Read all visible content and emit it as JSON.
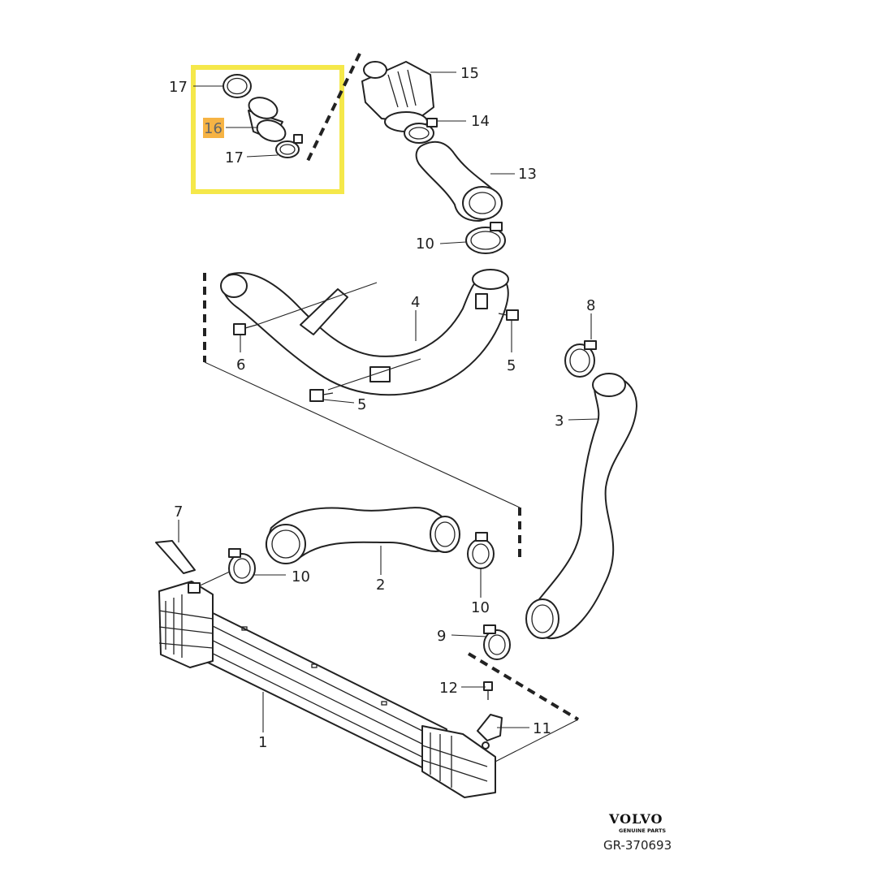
{
  "callouts": {
    "c1": "1",
    "c2": "2",
    "c3": "3",
    "c4": "4",
    "c5a": "5",
    "c5b": "5",
    "c6": "6",
    "c7": "7",
    "c8": "8",
    "c9": "9",
    "c10a": "10",
    "c10b": "10",
    "c10c": "10",
    "c11": "11",
    "c12": "12",
    "c13": "13",
    "c14": "14",
    "c15": "15",
    "c16": "16",
    "c17a": "17",
    "c17b": "17"
  },
  "highlight": {
    "box_color": "#f5e84a",
    "label_color": "#f5a623",
    "part": "16"
  },
  "brand": {
    "name": "VOLVO",
    "subtitle": "GENUINE PARTS"
  },
  "figure_code": "GR-370693"
}
